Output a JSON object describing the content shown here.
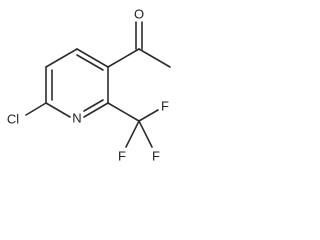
{
  "structure": {
    "atoms": {
      "oxygen": "O",
      "nitrogen": "N",
      "chlorine": "Cl",
      "fluorine_top": "F",
      "fluorine_left": "F",
      "fluorine_right": "F"
    }
  },
  "colors": {
    "bond": "#2b2b2b",
    "text": "#222222",
    "background": "#ffffff"
  }
}
